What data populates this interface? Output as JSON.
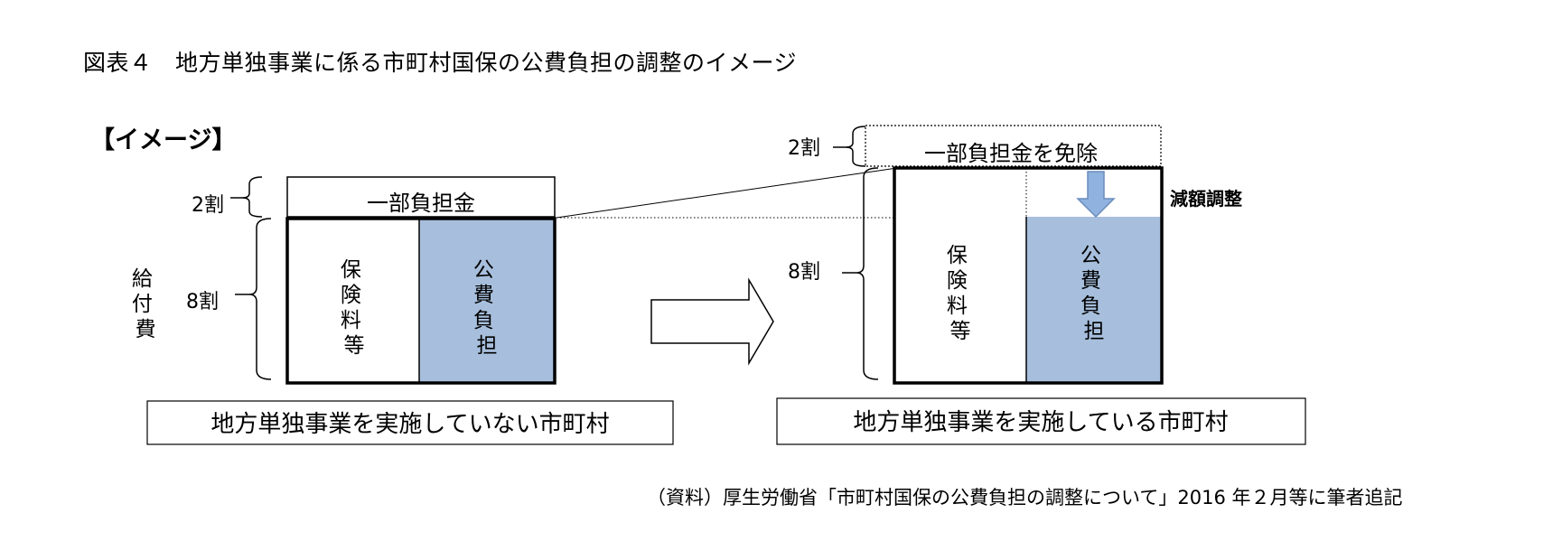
{
  "title": "図表４　地方単独事業に係る市町村国保の公費負担の調整のイメージ",
  "subheading": "【イメージ】",
  "left_diagram": {
    "top_box_label": "一部負担金",
    "share_top_label": "2割",
    "share_bottom_label": "8割",
    "benefit_label": "給付費",
    "col_left_label": "保険料等",
    "col_right_label": "公費負担",
    "caption": "地方単独事業を実施していない市町村"
  },
  "right_diagram": {
    "top_box_label": "一部負担金を免除",
    "share_top_label": "2割",
    "share_bottom_label": "8割",
    "adjust_label": "減額調整",
    "col_left_label": "保険料等",
    "col_right_label": "公費負担",
    "caption": "地方単独事業を実施している市町村"
  },
  "source": "（資料）厚生労働省「市町村国保の公費負担の調整について」2016 年２月等に筆者追記",
  "colors": {
    "public_fill": "#a7bfdd",
    "arrow_fill": "#8fb2de",
    "arrow_stroke": "#6a8cbd",
    "line": "#000000"
  }
}
